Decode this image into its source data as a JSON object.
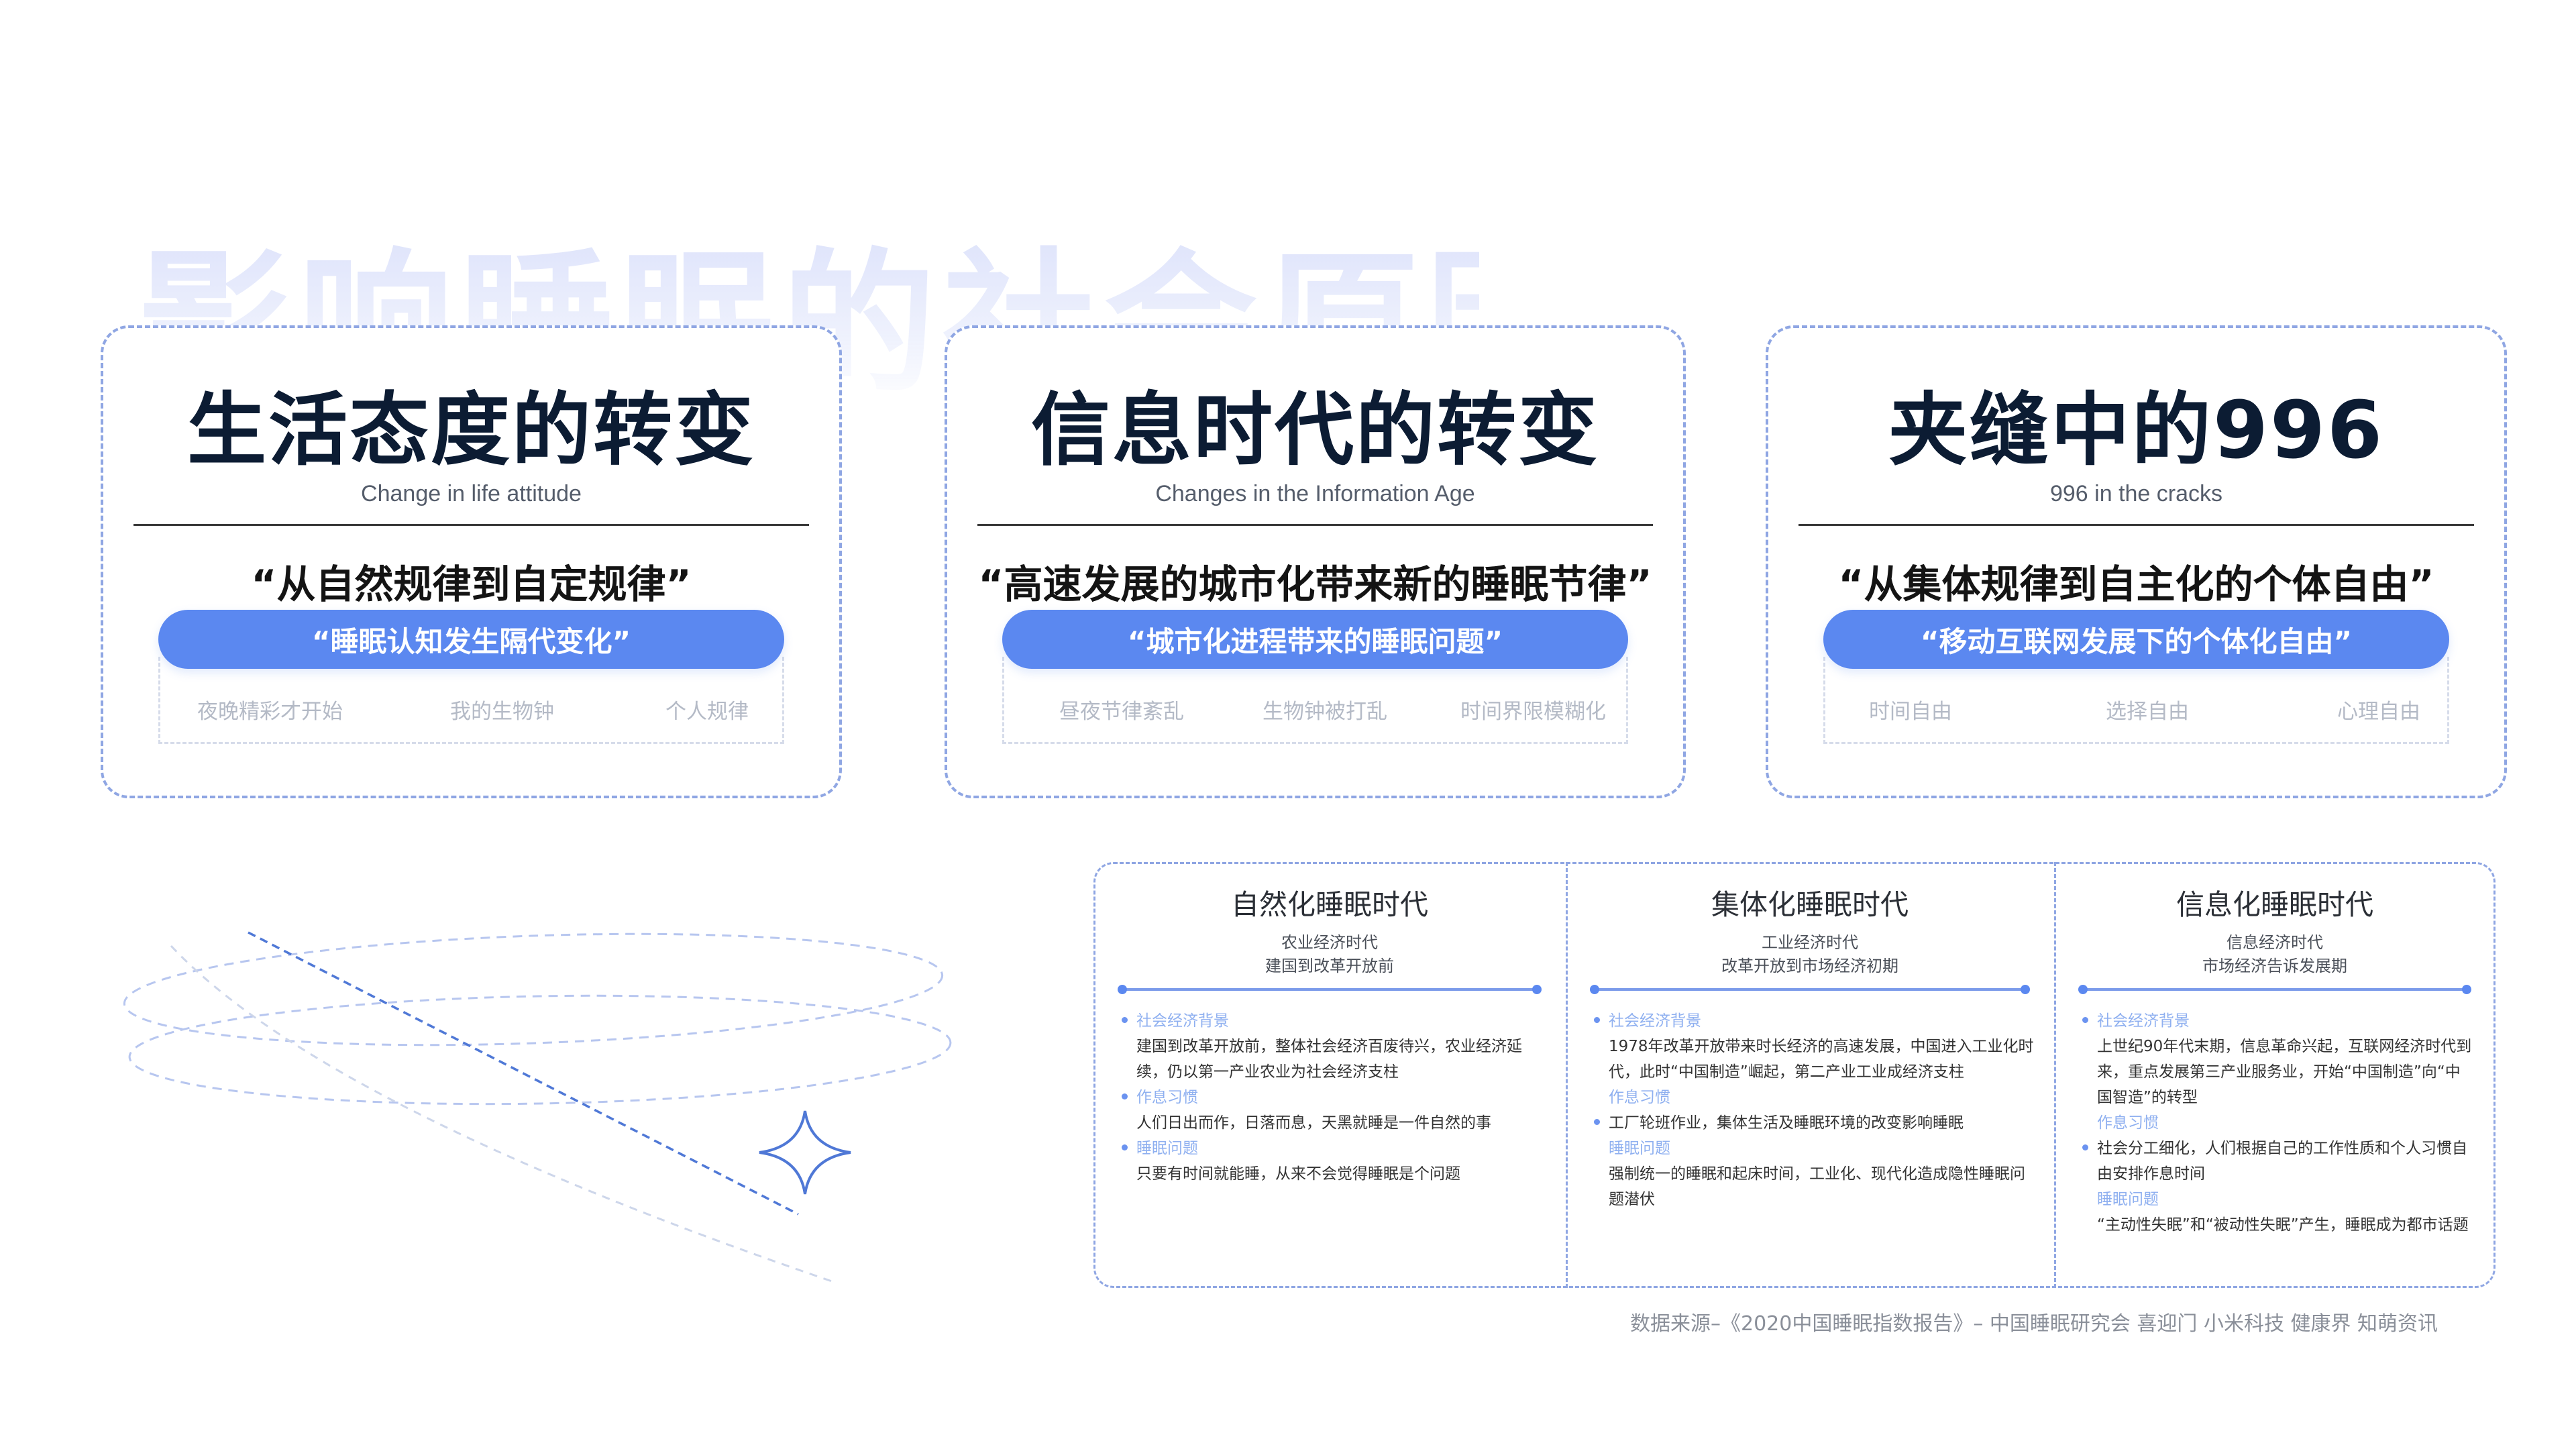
{
  "page": {
    "bg_title": "影响睡眠的社会原因",
    "accent_color": "#5b88f0"
  },
  "cards": [
    {
      "title": "生活态度的转变",
      "subtitle": "Change in life attitude",
      "quote": "“从自然规律到自定规律”",
      "pill": "“睡眠认知发生隔代变化”",
      "keywords": [
        "夜晚精彩才开始",
        "我的生物钟",
        "个人规律"
      ]
    },
    {
      "title": "信息时代的转变",
      "subtitle": "Changes in the Information Age",
      "quote": "“高速发展的城市化带来新的睡眠节律”",
      "pill": "“城市化进程带来的睡眠问题”",
      "keywords": [
        "昼夜节律紊乱",
        "生物钟被打乱",
        "时间界限模糊化"
      ]
    },
    {
      "title": "夹缝中的996",
      "subtitle": "996 in the cracks",
      "quote": "“从集体规律到自主化的个体自由”",
      "pill": "“移动互联网发展下的个体化自由”",
      "keywords": [
        "时间自由",
        "选择自由",
        "心理自由"
      ]
    }
  ],
  "eras": [
    {
      "name": "自然化睡眠时代",
      "line1": "农业经济时代",
      "line2": "建国到改革开放前",
      "sections": [
        {
          "heading": "社会经济背景",
          "text": "建国到改革开放前，整体社会经济百废待兴，农业经济延续，仍以第一产业农业为社会经济支柱"
        },
        {
          "heading": "作息习惯",
          "text": "人们日出而作，日落而息，天黑就睡是一件自然的事"
        },
        {
          "heading": "睡眠问题",
          "text": "只要有时间就能睡，从来不会觉得睡眠是个问题"
        }
      ]
    },
    {
      "name": "集体化睡眠时代",
      "line1": "工业经济时代",
      "line2": "改革开放到市场经济初期",
      "sections": [
        {
          "heading": "社会经济背景",
          "text": "1978年改革开放带来时长经济的高速发展，中国进入工业化时代，此时“中国制造”崛起，第二产业工业成经济支柱"
        },
        {
          "heading": "作息习惯",
          "text": "工厂轮班作业，集体生活及睡眠环境的改变影响睡眠"
        },
        {
          "heading": "睡眠问题",
          "text": "强制统一的睡眠和起床时间，工业化、现代化造成隐性睡眠问题潜伏"
        }
      ]
    },
    {
      "name": "信息化睡眠时代",
      "line1": "信息经济时代",
      "line2": "市场经济告诉发展期",
      "sections": [
        {
          "heading": "社会经济背景",
          "text": "上世纪90年代末期，信息革命兴起，互联网经济时代到来，重点发展第三产业服务业，开始“中国制造”向“中国智造”的转型"
        },
        {
          "heading": "作息习惯",
          "text": "社会分工细化，人们根据自己的工作性质和个人习惯自由安排作息时间"
        },
        {
          "heading": "睡眠问题",
          "text": "“主动性失眠”和“被动性失眠”产生，睡眠成为都市话题"
        }
      ]
    }
  ],
  "source": "数据来源–《2020中国睡眠指数报告》– 中国睡眠研究会 喜迎门 小米科技 健康界 知萌资讯"
}
